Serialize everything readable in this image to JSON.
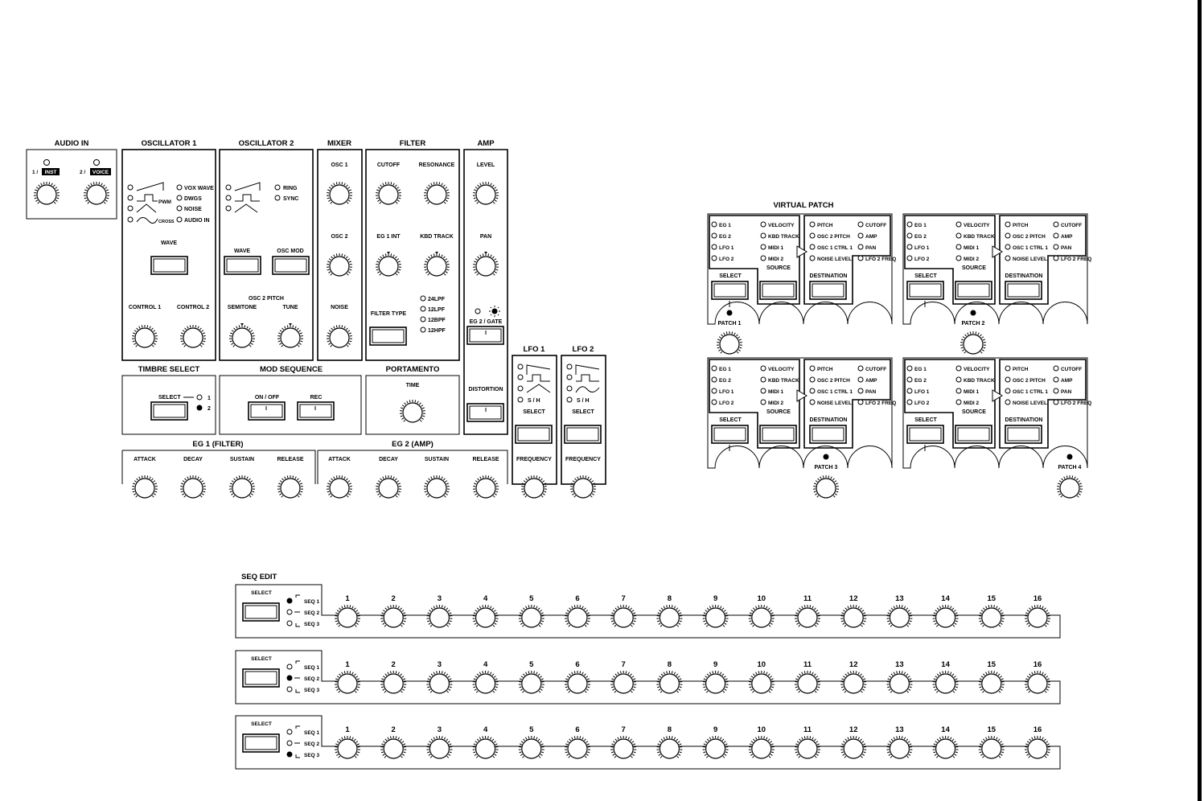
{
  "sections": {
    "audio_in": "AUDIO IN",
    "oscillator1": "OSCILLATOR 1",
    "oscillator2": "OSCILLATOR 2",
    "mixer": "MIXER",
    "filter": "FILTER",
    "amp": "AMP",
    "timbre_select": "TIMBRE SELECT",
    "mod_sequence": "MOD SEQUENCE",
    "portamento": "PORTAMENTO",
    "lfo1": "LFO 1",
    "lfo2": "LFO 2",
    "eg1": "EG 1 (FILTER)",
    "eg2": "EG 2 (AMP)",
    "virtual_patch": "VIRTUAL PATCH",
    "seq_edit": "SEQ EDIT"
  },
  "audio_in": {
    "inst_prefix": "1 /",
    "inst": "INST",
    "voice_prefix": "2 /",
    "voice": "VOICE"
  },
  "osc1": {
    "vox_wave": "VOX WAVE",
    "dwgs": "DWGS",
    "noise": "NOISE",
    "audio_in": "AUDIO IN",
    "pwm": "PWM",
    "cross": "CROSS",
    "wave": "WAVE",
    "control1": "CONTROL 1",
    "control2": "CONTROL 2"
  },
  "osc2": {
    "ring": "RING",
    "sync": "SYNC",
    "wave": "WAVE",
    "osc_mod": "OSC MOD",
    "osc2_pitch": "OSC 2 PITCH",
    "semitone": "SEMITONE",
    "tune": "TUNE"
  },
  "mixer": {
    "osc1": "OSC 1",
    "osc2": "OSC 2",
    "noise": "NOISE"
  },
  "filter": {
    "cutoff": "CUTOFF",
    "resonance": "RESONANCE",
    "eg1_int": "EG 1 INT",
    "kbd_track": "KBD TRACK",
    "filter_type": "FILTER TYPE",
    "types": [
      "24LPF",
      "12LPF",
      "12BPF",
      "12HPF"
    ]
  },
  "amp": {
    "level": "LEVEL",
    "pan": "PAN",
    "eg2_gate": "EG 2 / GATE",
    "distortion": "DISTORTION"
  },
  "timbre": {
    "select": "SELECT",
    "opt1": "1",
    "opt2": "2"
  },
  "modseq": {
    "on_off": "ON / OFF",
    "rec": "REC"
  },
  "portamento": {
    "time": "TIME"
  },
  "lfo": {
    "sh": "S / H",
    "select": "SELECT",
    "frequency": "FREQUENCY"
  },
  "eg": {
    "attack": "ATTACK",
    "decay": "DECAY",
    "sustain": "SUSTAIN",
    "release": "RELEASE"
  },
  "vpatch": {
    "sources_a": [
      "EG 1",
      "EG 2",
      "LFO 1",
      "LFO 2"
    ],
    "sources_b": [
      "VELOCITY",
      "KBD TRACK",
      "MIDI 1",
      "MIDI 2"
    ],
    "dest_a": [
      "PITCH",
      "OSC 2 PITCH",
      "OSC 1 CTRL 1",
      "NOISE LEVEL"
    ],
    "dest_b": [
      "CUTOFF",
      "AMP",
      "PAN",
      "LFO 2 FREQ"
    ],
    "select": "SELECT",
    "source": "SOURCE",
    "destination": "DESTINATION",
    "patches": [
      "PATCH 1",
      "PATCH 2",
      "PATCH 3",
      "PATCH 4"
    ]
  },
  "seq": {
    "select": "SELECT",
    "seq_labels": [
      "SEQ 1",
      "SEQ 2",
      "SEQ 3"
    ],
    "steps": [
      "1",
      "2",
      "3",
      "4",
      "5",
      "6",
      "7",
      "8",
      "9",
      "10",
      "11",
      "12",
      "13",
      "14",
      "15",
      "16"
    ],
    "rows": [
      {
        "active": 0
      },
      {
        "active": 1
      },
      {
        "active": 2
      }
    ]
  }
}
